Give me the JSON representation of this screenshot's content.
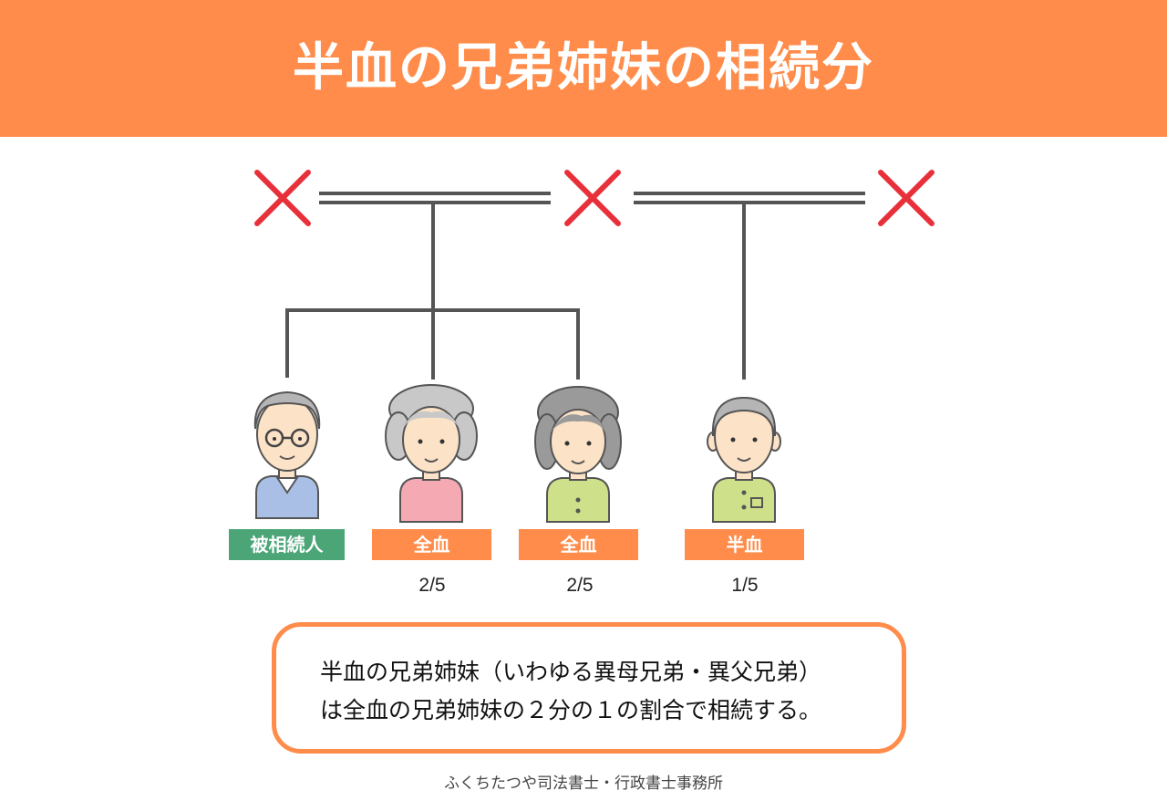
{
  "title": "半血の兄弟姉妹の相続分",
  "colors": {
    "header_bg": "#FF8C4A",
    "cross": "#E8303A",
    "line": "#555555",
    "decedent_label": "#4BA577",
    "heir_label": "#FF8C4A"
  },
  "parents": [
    {
      "status": "deceased",
      "icon": "cross-icon"
    },
    {
      "status": "deceased",
      "icon": "cross-icon"
    },
    {
      "status": "deceased",
      "icon": "cross-icon"
    }
  ],
  "persons": [
    {
      "label": "被相続人",
      "share": "",
      "icon": "elderly-man-glasses-icon"
    },
    {
      "label": "全血",
      "share": "2/5",
      "icon": "elderly-woman-icon"
    },
    {
      "label": "全血",
      "share": "2/5",
      "icon": "elderly-woman-icon"
    },
    {
      "label": "半血",
      "share": "1/5",
      "icon": "elderly-man-icon"
    }
  ],
  "note": {
    "line1": "半血の兄弟姉妹（いわゆる異母兄弟・異父兄弟）",
    "line2": "は全血の兄弟姉妹の２分の１の割合で相続する。"
  },
  "footer": "ふくちたつや司法書士・行政書士事務所"
}
